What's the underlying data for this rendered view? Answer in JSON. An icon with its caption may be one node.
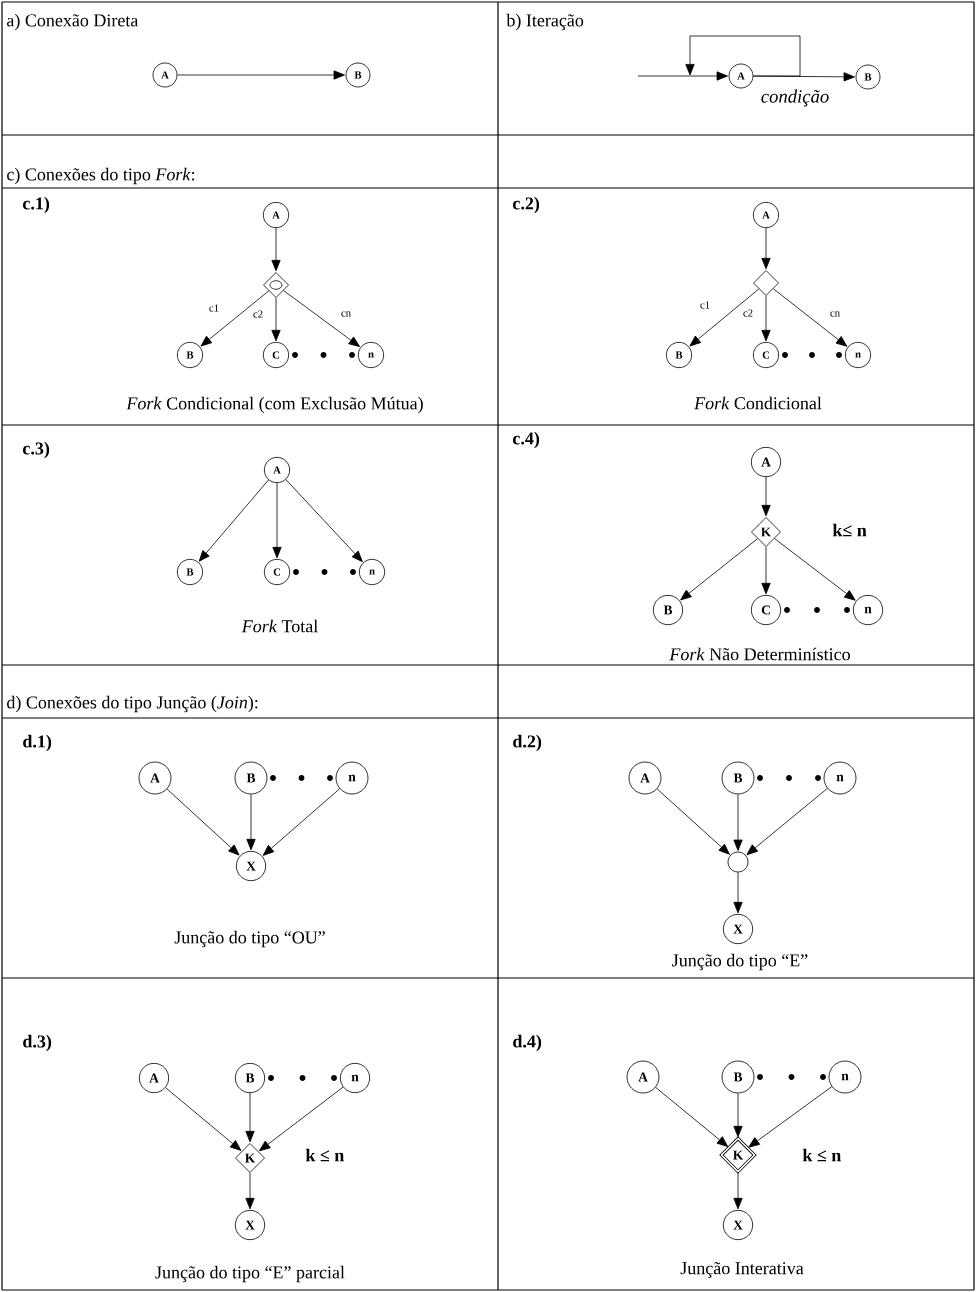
{
  "diagram": {
    "nodes": [
      {
        "text": [
          "A"
        ]
      },
      {
        "text": [
          "B"
        ]
      },
      {
        "text": [
          "A"
        ]
      },
      {
        "text": [
          "B"
        ]
      },
      {
        "text": [
          "A"
        ]
      },
      {
        "text": [],
        "shape": "diamond"
      },
      {
        "text": [
          "B"
        ]
      },
      {
        "text": [
          "C"
        ]
      },
      {
        "text": [
          "n"
        ]
      },
      {
        "text": [
          "A"
        ]
      },
      {
        "text": [],
        "shape": "diamond"
      },
      {
        "text": [
          "B"
        ]
      },
      {
        "text": [
          "C"
        ]
      },
      {
        "text": [
          "n"
        ]
      },
      {
        "text": [
          "A"
        ]
      },
      {
        "text": [
          "B"
        ]
      },
      {
        "text": [
          "C"
        ]
      },
      {
        "text": [
          "n"
        ]
      },
      {
        "text": [
          "A"
        ]
      },
      {
        "text": [
          "K"
        ]
      },
      {
        "text": [
          "B"
        ]
      },
      {
        "text": [
          "C"
        ]
      },
      {
        "text": [
          "n"
        ]
      },
      {
        "text": [
          "A"
        ]
      },
      {
        "text": [
          "B"
        ]
      },
      {
        "text": [
          "n"
        ]
      },
      {
        "text": [
          "X"
        ]
      },
      {
        "text": [
          "A"
        ]
      },
      {
        "text": [
          "B"
        ]
      },
      {
        "text": [
          "n"
        ]
      },
      {
        "text": [],
        "shape": "circle"
      },
      {
        "text": [
          "X"
        ]
      },
      {
        "text": [
          "A"
        ]
      },
      {
        "text": [
          "B"
        ]
      },
      {
        "text": [
          "n"
        ]
      },
      {
        "text": [
          "K"
        ]
      },
      {
        "text": [
          "X"
        ]
      },
      {
        "text": [
          "A"
        ]
      },
      {
        "text": [
          "B"
        ]
      },
      {
        "text": [
          "n"
        ]
      },
      {
        "text": [
          "K"
        ]
      },
      {
        "text": [
          "X"
        ]
      }
    ],
    "edges": [
      {
        "from": 0,
        "to": 1,
        "arrow": "to"
      },
      {
        "from": null,
        "to": 2,
        "arrow": "to"
      },
      {
        "from": 2,
        "to": 3,
        "arrow": "to"
      },
      {
        "from": 2,
        "to": 2,
        "arrow": "to",
        "label": "condição"
      },
      {
        "from": 4,
        "to": 5,
        "arrow": "to"
      },
      {
        "from": 5,
        "to": 6,
        "arrow": "to",
        "label": "c1"
      },
      {
        "from": 5,
        "to": 7,
        "arrow": "to",
        "label": "c2"
      },
      {
        "from": 5,
        "to": 8,
        "arrow": "to",
        "label": "cn"
      },
      {
        "from": 9,
        "to": 10,
        "arrow": "to"
      },
      {
        "from": 10,
        "to": 11,
        "arrow": "to",
        "label": "c1"
      },
      {
        "from": 10,
        "to": 12,
        "arrow": "to",
        "label": "c2"
      },
      {
        "from": 10,
        "to": 13,
        "arrow": "to",
        "label": "cn"
      },
      {
        "from": 14,
        "to": 15,
        "arrow": "to"
      },
      {
        "from": 14,
        "to": 16,
        "arrow": "to"
      },
      {
        "from": 14,
        "to": 17,
        "arrow": "to"
      },
      {
        "from": 18,
        "to": 19,
        "arrow": "to"
      },
      {
        "from": 19,
        "to": 20,
        "arrow": "to"
      },
      {
        "from": 19,
        "to": 21,
        "arrow": "to"
      },
      {
        "from": 19,
        "to": 22,
        "arrow": "to"
      },
      {
        "from": 23,
        "to": 26,
        "arrow": "to"
      },
      {
        "from": 24,
        "to": 26,
        "arrow": "to"
      },
      {
        "from": 25,
        "to": 26,
        "arrow": "to"
      },
      {
        "from": 27,
        "to": 30,
        "arrow": "to"
      },
      {
        "from": 28,
        "to": 30,
        "arrow": "to"
      },
      {
        "from": 29,
        "to": 30,
        "arrow": "to"
      },
      {
        "from": 30,
        "to": 31,
        "arrow": "to"
      },
      {
        "from": 32,
        "to": 35,
        "arrow": "to"
      },
      {
        "from": 33,
        "to": 35,
        "arrow": "to"
      },
      {
        "from": 34,
        "to": 35,
        "arrow": "to"
      },
      {
        "from": 35,
        "to": 36,
        "arrow": "to"
      },
      {
        "from": 37,
        "to": 40,
        "arrow": "to"
      },
      {
        "from": 38,
        "to": 40,
        "arrow": "to"
      },
      {
        "from": 39,
        "to": 40,
        "arrow": "to"
      },
      {
        "from": 40,
        "to": 41,
        "arrow": "to"
      }
    ],
    "labels": [
      "a) Conexão Direta",
      "b) Iteração",
      "c) Conexões do tipo *Fork*:",
      "c.1)",
      "*Fork* Condicional (com Exclusão Mútua)",
      "c.2)",
      "*Fork* Condicional",
      "c.3)",
      "*Fork* Total",
      "c.4)",
      "k≤ n",
      "*Fork* Não Determinístico",
      "d) Conexões do tipo Junção (*Join*):",
      "d.1)",
      "Junção do tipo “OU”",
      "d.2)",
      "Junção do tipo “E”",
      "d.3)",
      "k ≤ n",
      "Junção do tipo “E” parcial",
      "d.4)",
      "k ≤ n",
      "Junção Interativa"
    ]
  }
}
